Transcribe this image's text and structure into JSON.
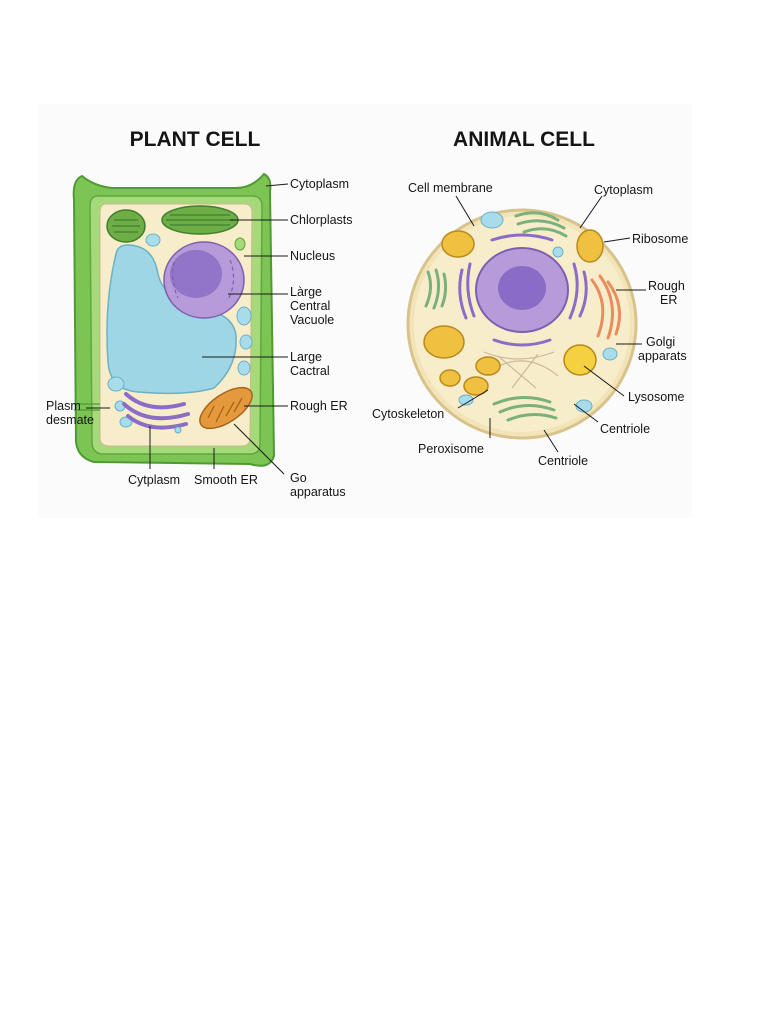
{
  "plant": {
    "title": "PLANT CELL",
    "labels": {
      "cytoplasm_top": "Cytoplasm",
      "chloroplasts": "Chlorplasts",
      "nucleus": "Nucleus",
      "central_vacuole": [
        "Làrge",
        "Central",
        "Vacuole"
      ],
      "large_cactral": [
        "Large",
        "Cactral"
      ],
      "rough_er": "Rough ER",
      "plasmodesmata": [
        "Plasm",
        "desmate"
      ],
      "cytoplasm_bottom": "Cytplasm",
      "smooth_er": "Smooth ER",
      "golgi": [
        "Go",
        "apparatus"
      ]
    }
  },
  "animal": {
    "title": "ANIMAL CELL",
    "labels": {
      "cell_membrane": "Cell membrane",
      "cytoplasm": "Cytoplasm",
      "ribosome": "Ribosome",
      "rough_er": [
        "Rough",
        "ER"
      ],
      "golgi": [
        "Golgi",
        "apparats"
      ],
      "lysosome": "Lysosome",
      "cytoskeleton": "Cytoskeleton",
      "centriole_right": "Centriole",
      "peroxisome": "Peroxisome",
      "centriole_bottom": "Centriole"
    }
  }
}
